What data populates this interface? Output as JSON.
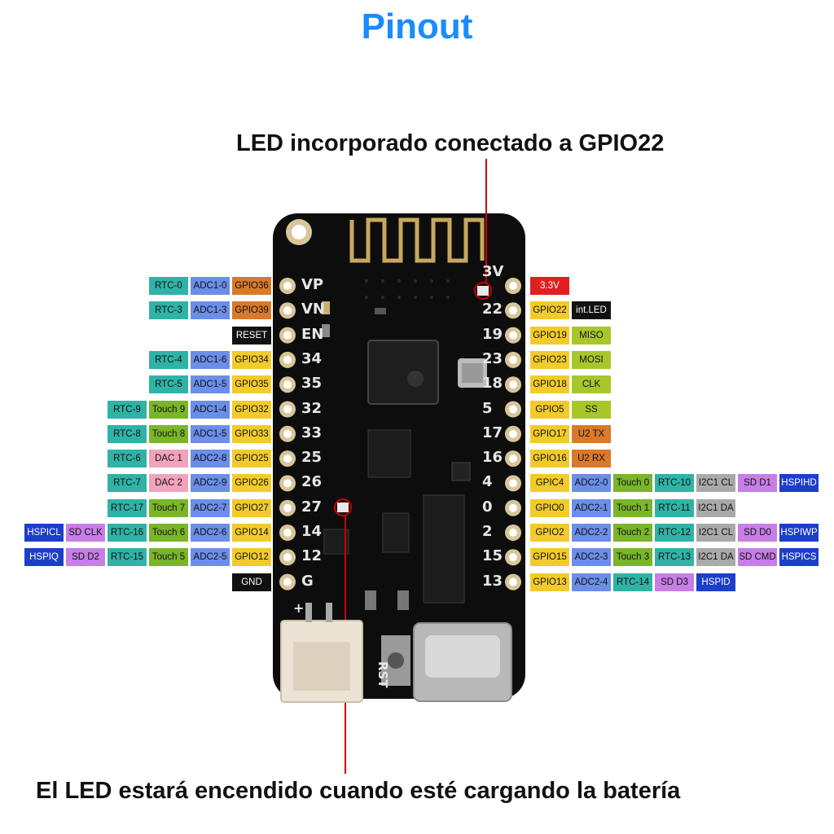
{
  "title": "Pinout",
  "notes": {
    "top": "LED incorporado conectado a GPIO22",
    "bottom": "El LED estará encendido cuando esté cargando la batería"
  },
  "colors": {
    "title": "#1a8cff",
    "board": "#0d0d0d",
    "indicator_line": "#cc0000",
    "label_colors": {
      "rtc": "#2fb3a6",
      "adc": "#6b8ee8",
      "gpio": "#f2cb2a",
      "gpio_special": "#d9792b",
      "touch": "#7ab52a",
      "dac": "#f0a3bd",
      "sd": "#c77ee6",
      "hspi": "#1c3fc9",
      "i2c": "#a9a9a9",
      "func": "#a9c62a",
      "uart": "#d9792b",
      "power": "#e02020",
      "black": "#111111"
    }
  },
  "board": {
    "left_pins": [
      "VP",
      "VN",
      "EN",
      "34",
      "35",
      "32",
      "33",
      "25",
      "26",
      "27",
      "14",
      "12",
      "G"
    ],
    "right_pins": [
      "3V",
      "22",
      "19",
      "23",
      "18",
      "5",
      "17",
      "16",
      "4",
      "0",
      "2",
      "15",
      "13"
    ],
    "silk": {
      "plus": "+",
      "rst": "RST"
    }
  },
  "left_rows": [
    [
      [
        "RTC-0",
        "rtc"
      ],
      [
        "ADC1-0",
        "adc"
      ],
      [
        "GPIO36",
        "gpio_special"
      ]
    ],
    [
      [
        "RTC-3",
        "rtc"
      ],
      [
        "ADC1-3",
        "adc"
      ],
      [
        "GPIO39",
        "gpio_special"
      ]
    ],
    [
      [
        "RESET",
        "black"
      ]
    ],
    [
      [
        "RTC-4",
        "rtc"
      ],
      [
        "ADC1-6",
        "adc"
      ],
      [
        "GPIO34",
        "gpio"
      ]
    ],
    [
      [
        "RTC-5",
        "rtc"
      ],
      [
        "ADC1-5",
        "adc"
      ],
      [
        "GPIO35",
        "gpio"
      ]
    ],
    [
      [
        "RTC-9",
        "rtc"
      ],
      [
        "Touch 9",
        "touch"
      ],
      [
        "ADC1-4",
        "adc"
      ],
      [
        "GPIO32",
        "gpio"
      ]
    ],
    [
      [
        "RTC-8",
        "rtc"
      ],
      [
        "Touch 8",
        "touch"
      ],
      [
        "ADC1-5",
        "adc"
      ],
      [
        "GPIO33",
        "gpio"
      ]
    ],
    [
      [
        "RTC-6",
        "rtc"
      ],
      [
        "DAC 1",
        "dac"
      ],
      [
        "ADC2-8",
        "adc"
      ],
      [
        "GPIO25",
        "gpio"
      ]
    ],
    [
      [
        "RTC-7",
        "rtc"
      ],
      [
        "DAC 2",
        "dac"
      ],
      [
        "ADC2-9",
        "adc"
      ],
      [
        "GPIO26",
        "gpio"
      ]
    ],
    [
      [
        "RTC-17",
        "rtc"
      ],
      [
        "Touch 7",
        "touch"
      ],
      [
        "ADC2-7",
        "adc"
      ],
      [
        "GPIO27",
        "gpio"
      ]
    ],
    [
      [
        "HSPICL",
        "hspi"
      ],
      [
        "SD CLK",
        "sd"
      ],
      [
        "RTC-16",
        "rtc"
      ],
      [
        "Touch 6",
        "touch"
      ],
      [
        "ADC2-6",
        "adc"
      ],
      [
        "GPIO14",
        "gpio"
      ]
    ],
    [
      [
        "HSPIQ",
        "hspi"
      ],
      [
        "SD D2",
        "sd"
      ],
      [
        "RTC-15",
        "rtc"
      ],
      [
        "Touch 5",
        "touch"
      ],
      [
        "ADC2-5",
        "adc"
      ],
      [
        "GPIO12",
        "gpio"
      ]
    ],
    [
      [
        "GND",
        "black"
      ]
    ]
  ],
  "right_rows": [
    [
      [
        "3.3V",
        "power"
      ]
    ],
    [
      [
        "GPIO22",
        "gpio"
      ],
      [
        "int.LED",
        "black"
      ]
    ],
    [
      [
        "GPIO19",
        "gpio"
      ],
      [
        "MISO",
        "func"
      ]
    ],
    [
      [
        "GPIO23",
        "gpio"
      ],
      [
        "MOSI",
        "func"
      ]
    ],
    [
      [
        "GPIO18",
        "gpio"
      ],
      [
        "CLK",
        "func"
      ]
    ],
    [
      [
        "GPIO5",
        "gpio"
      ],
      [
        "SS",
        "func"
      ]
    ],
    [
      [
        "GPIO17",
        "gpio"
      ],
      [
        "U2 TX",
        "uart"
      ]
    ],
    [
      [
        "GPIO16",
        "gpio"
      ],
      [
        "U2 RX",
        "uart"
      ]
    ],
    [
      [
        "GPIC4",
        "gpio"
      ],
      [
        "ADC2-0",
        "adc"
      ],
      [
        "Touch 0",
        "touch"
      ],
      [
        "RTC-10",
        "rtc"
      ],
      [
        "I2C1 CL",
        "i2c"
      ],
      [
        "SD D1",
        "sd"
      ],
      [
        "HSPIHD",
        "hspi"
      ]
    ],
    [
      [
        "GPIO0",
        "gpio"
      ],
      [
        "ADC2-1",
        "adc"
      ],
      [
        "Touch 1",
        "touch"
      ],
      [
        "RTC-11",
        "rtc"
      ],
      [
        "I2C1 DA",
        "i2c"
      ]
    ],
    [
      [
        "GPIO2",
        "gpio"
      ],
      [
        "ADC2-2",
        "adc"
      ],
      [
        "Touch 2",
        "touch"
      ],
      [
        "RTC-12",
        "rtc"
      ],
      [
        "I2C1 CL",
        "i2c"
      ],
      [
        "SD D0",
        "sd"
      ],
      [
        "HSPIWP",
        "hspi"
      ]
    ],
    [
      [
        "GPIO15",
        "gpio"
      ],
      [
        "ADC2-3",
        "adc"
      ],
      [
        "Touch 3",
        "touch"
      ],
      [
        "RTC-13",
        "rtc"
      ],
      [
        "I2C1 DA",
        "i2c"
      ],
      [
        "SD CMD",
        "sd"
      ],
      [
        "HSPICS",
        "hspi"
      ]
    ],
    [
      [
        "GPIO13",
        "gpio"
      ],
      [
        "ADC2-4",
        "adc"
      ],
      [
        "RTC-14",
        "rtc"
      ],
      [
        "SD D3",
        "sd"
      ],
      [
        "HSPID",
        "hspi"
      ]
    ]
  ]
}
